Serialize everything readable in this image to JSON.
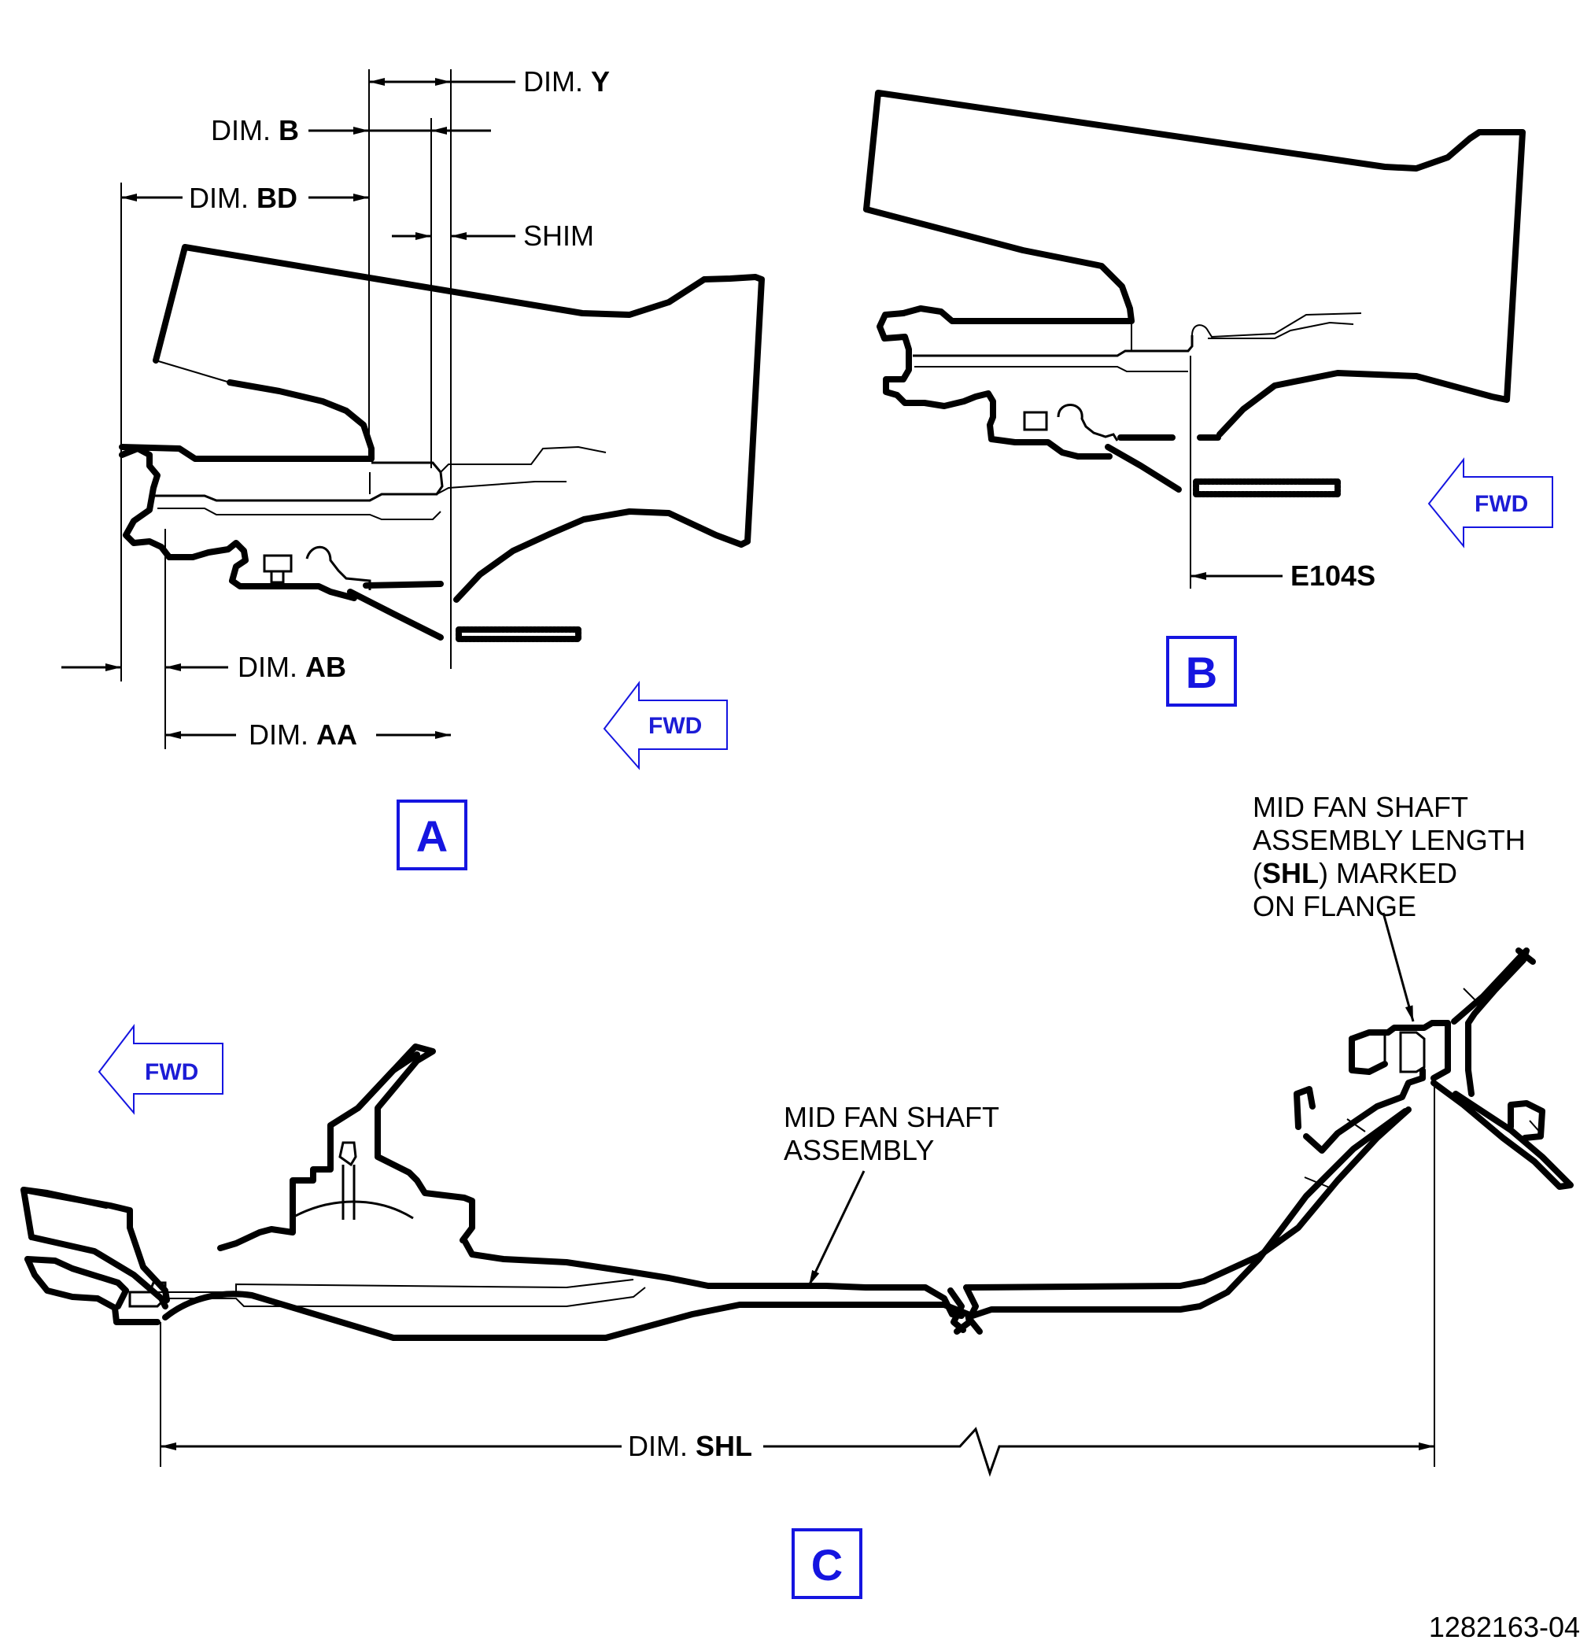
{
  "view_a": {
    "label": "A",
    "dims": {
      "y_prefix": "DIM. ",
      "y_name": "Y",
      "b_prefix": "DIM. ",
      "b_name": "B",
      "bd_prefix": "DIM. ",
      "bd_name": "BD",
      "shim": "SHIM",
      "ab_prefix": "DIM. ",
      "ab_name": "AB",
      "aa_prefix": "DIM. ",
      "aa_name": "AA"
    },
    "fwd": "FWD"
  },
  "view_b": {
    "label": "B",
    "ref": "E104S",
    "fwd": "FWD"
  },
  "view_c": {
    "label": "C",
    "fwd": "FWD",
    "assembly_label_line1": "MID FAN SHAFT",
    "assembly_label_line2": "ASSEMBLY",
    "flange_note_line1": "MID FAN SHAFT",
    "flange_note_line2": "ASSEMBLY LENGTH",
    "flange_note_line3_open": "(",
    "flange_note_line3_bold": "SHL",
    "flange_note_line3_rest": ") MARKED",
    "flange_note_line4": "ON FLANGE",
    "shl_prefix": "DIM. ",
    "shl_name": "SHL"
  },
  "figure_number": "1282163-04",
  "colors": {
    "accent_blue": "#1515e0",
    "line": "#000000"
  }
}
